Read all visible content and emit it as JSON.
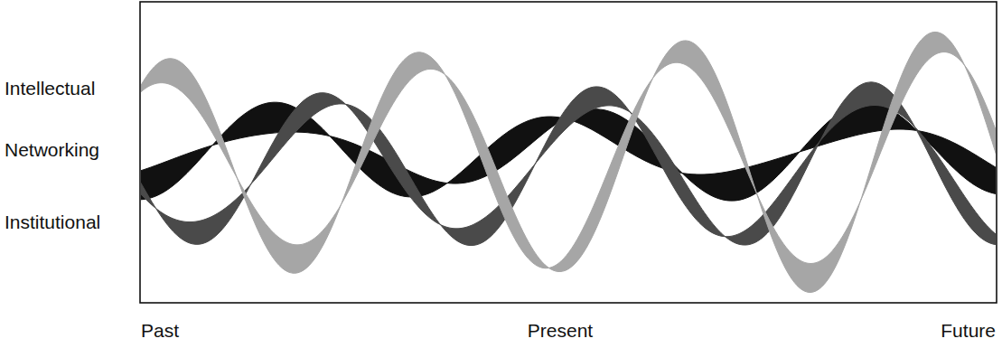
{
  "diagram": {
    "labels": [
      "Intellectual",
      "Networking",
      "Institutional",
      "Past",
      "Present",
      "Future"
    ]
  }
}
